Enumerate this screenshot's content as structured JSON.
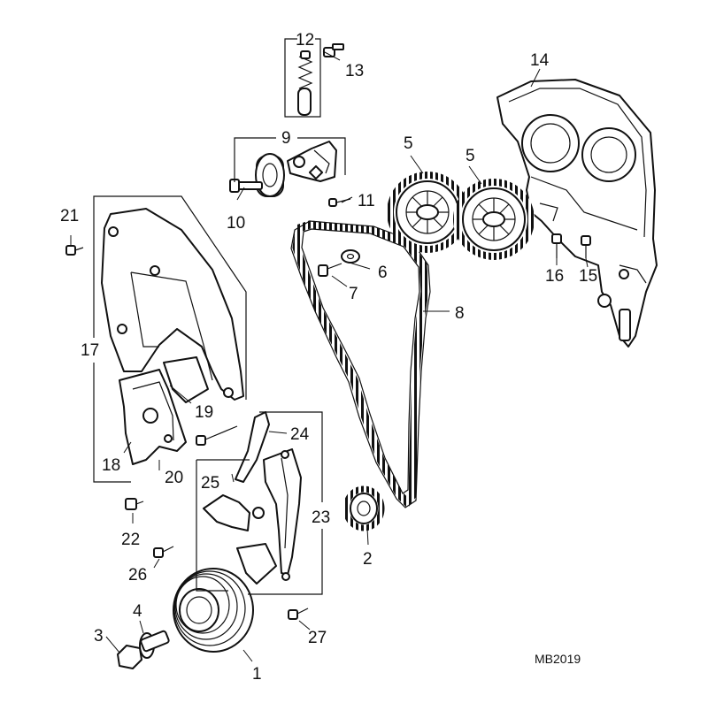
{
  "diagram": {
    "reference_code": "MB2019",
    "callouts": {
      "c1": "1",
      "c2": "2",
      "c3": "3",
      "c4": "4",
      "c5a": "5",
      "c5b": "5",
      "c6": "6",
      "c7": "7",
      "c8": "8",
      "c9": "9",
      "c10": "10",
      "c11": "11",
      "c12": "12",
      "c13": "13",
      "c14": "14",
      "c15": "15",
      "c16": "16",
      "c17": "17",
      "c18": "18",
      "c19": "19",
      "c20": "20",
      "c21": "21",
      "c22": "22",
      "c23": "23",
      "c24": "24",
      "c25": "25",
      "c26": "26",
      "c27": "27"
    },
    "colors": {
      "ink": "#111111",
      "background": "#ffffff"
    }
  }
}
